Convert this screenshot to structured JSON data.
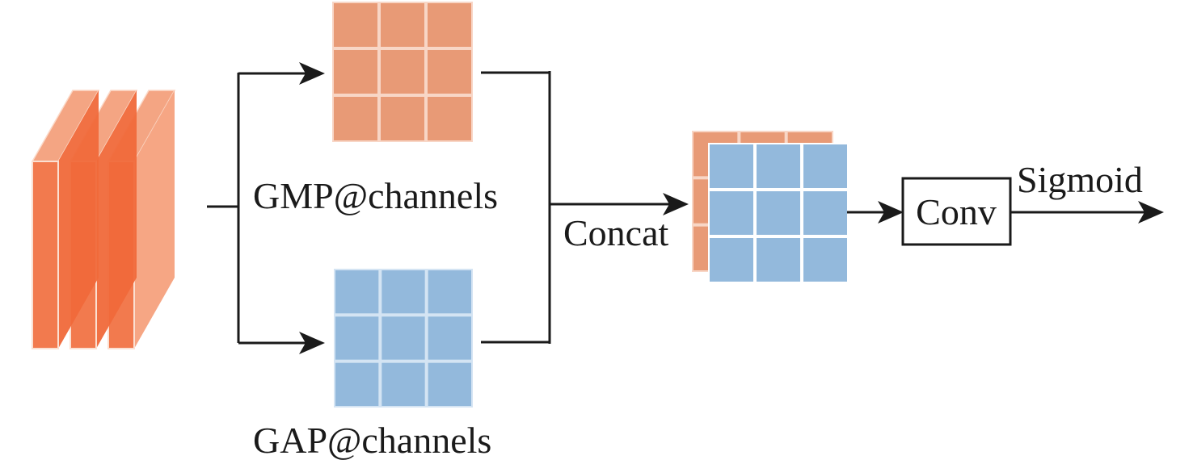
{
  "colors": {
    "feature_front": "#f27a4e",
    "feature_side": "#f0693a",
    "feature_top": "#f4a583",
    "feature_back": "#f6a684",
    "gmp_cell": "#e89a76",
    "gmp_gap": "#f8d6c6",
    "gap_cell": "#93b9dc",
    "gap_gap": "#d4e4f3",
    "line": "#1a1a1a"
  },
  "input_feature_maps": {
    "count": 3
  },
  "gmp_map": {
    "label": "GMP@channels",
    "grid_rows": 3,
    "grid_cols": 3
  },
  "gap_map": {
    "label": "GAP@channels",
    "grid_rows": 3,
    "grid_cols": 3
  },
  "concat": {
    "label": "Concat",
    "grid_rows": 3,
    "grid_cols": 3
  },
  "conv": {
    "label": "Conv"
  },
  "output": {
    "label": "Sigmoid"
  }
}
